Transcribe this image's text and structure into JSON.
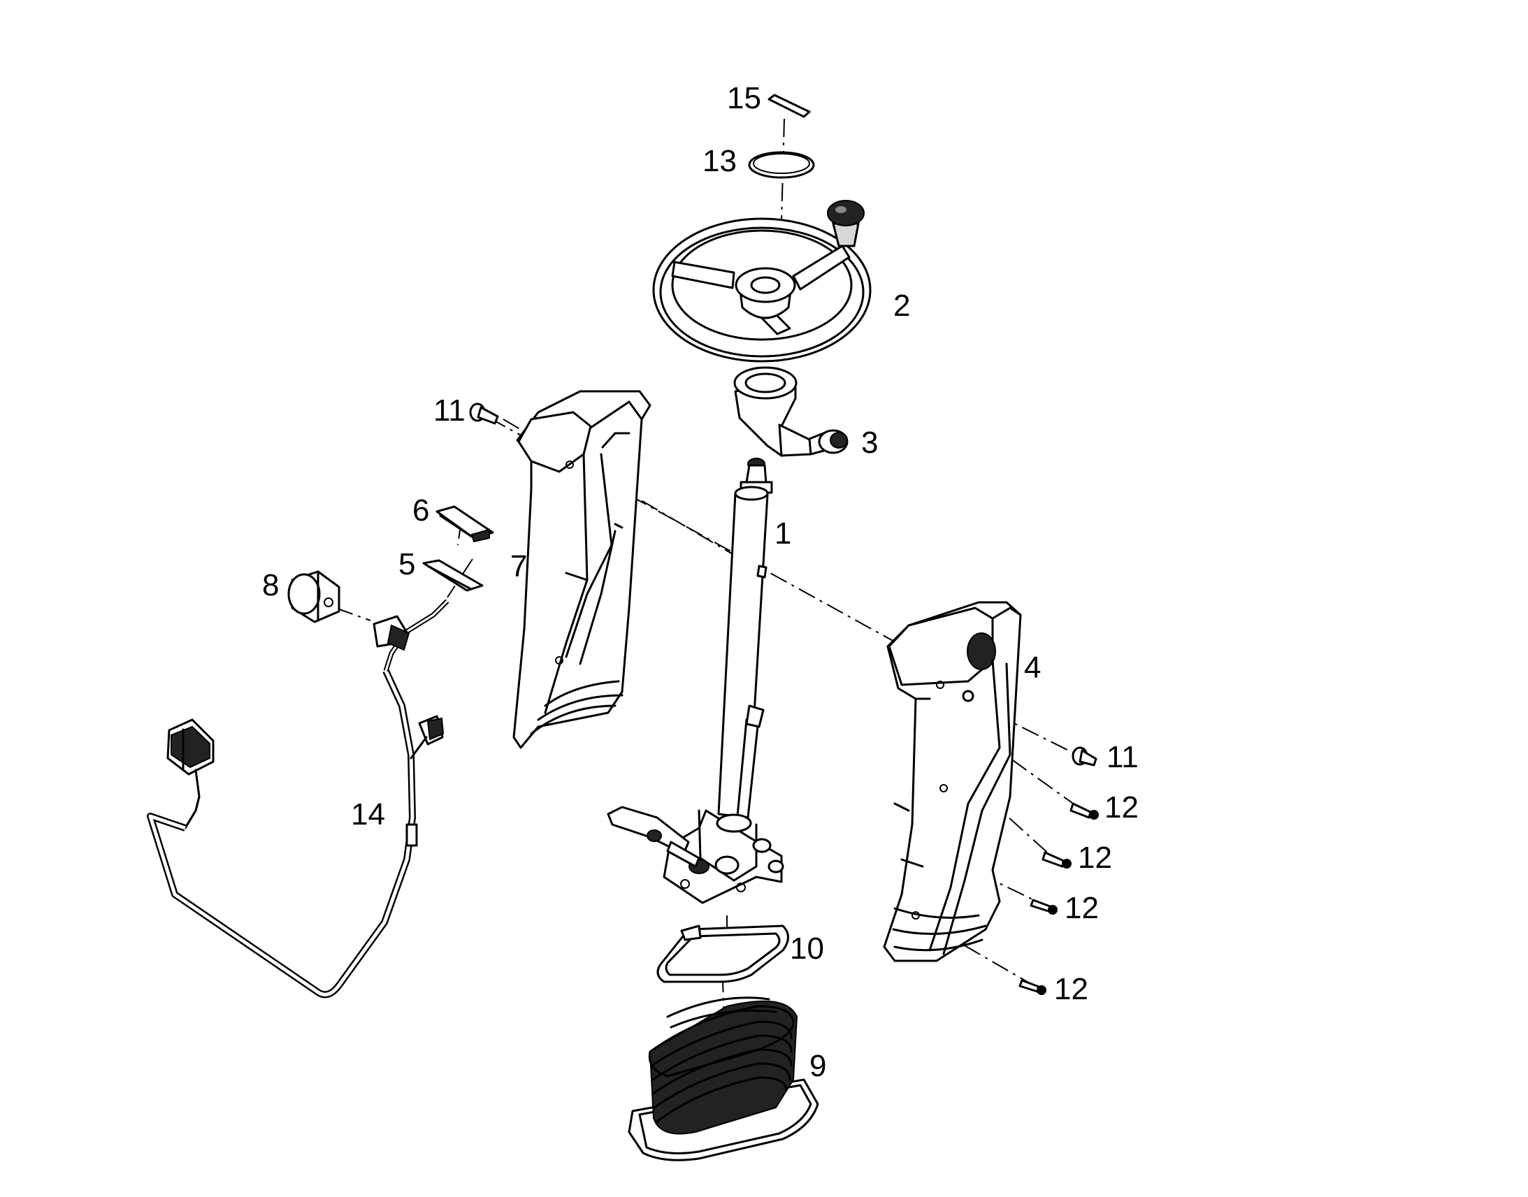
{
  "callouts": [
    {
      "id": "1",
      "label": "1"
    },
    {
      "id": "2",
      "label": "2"
    },
    {
      "id": "3",
      "label": "3"
    },
    {
      "id": "4",
      "label": "4"
    },
    {
      "id": "5",
      "label": "5"
    },
    {
      "id": "6",
      "label": "6"
    },
    {
      "id": "7",
      "label": "7"
    },
    {
      "id": "8",
      "label": "8"
    },
    {
      "id": "9",
      "label": "9"
    },
    {
      "id": "10",
      "label": "10"
    },
    {
      "id": "11a",
      "label": "11"
    },
    {
      "id": "11b",
      "label": "11"
    },
    {
      "id": "12a",
      "label": "12"
    },
    {
      "id": "12b",
      "label": "12"
    },
    {
      "id": "12c",
      "label": "12"
    },
    {
      "id": "12d",
      "label": "12"
    },
    {
      "id": "13",
      "label": "13"
    },
    {
      "id": "14",
      "label": "14"
    },
    {
      "id": "15",
      "label": "15"
    }
  ]
}
